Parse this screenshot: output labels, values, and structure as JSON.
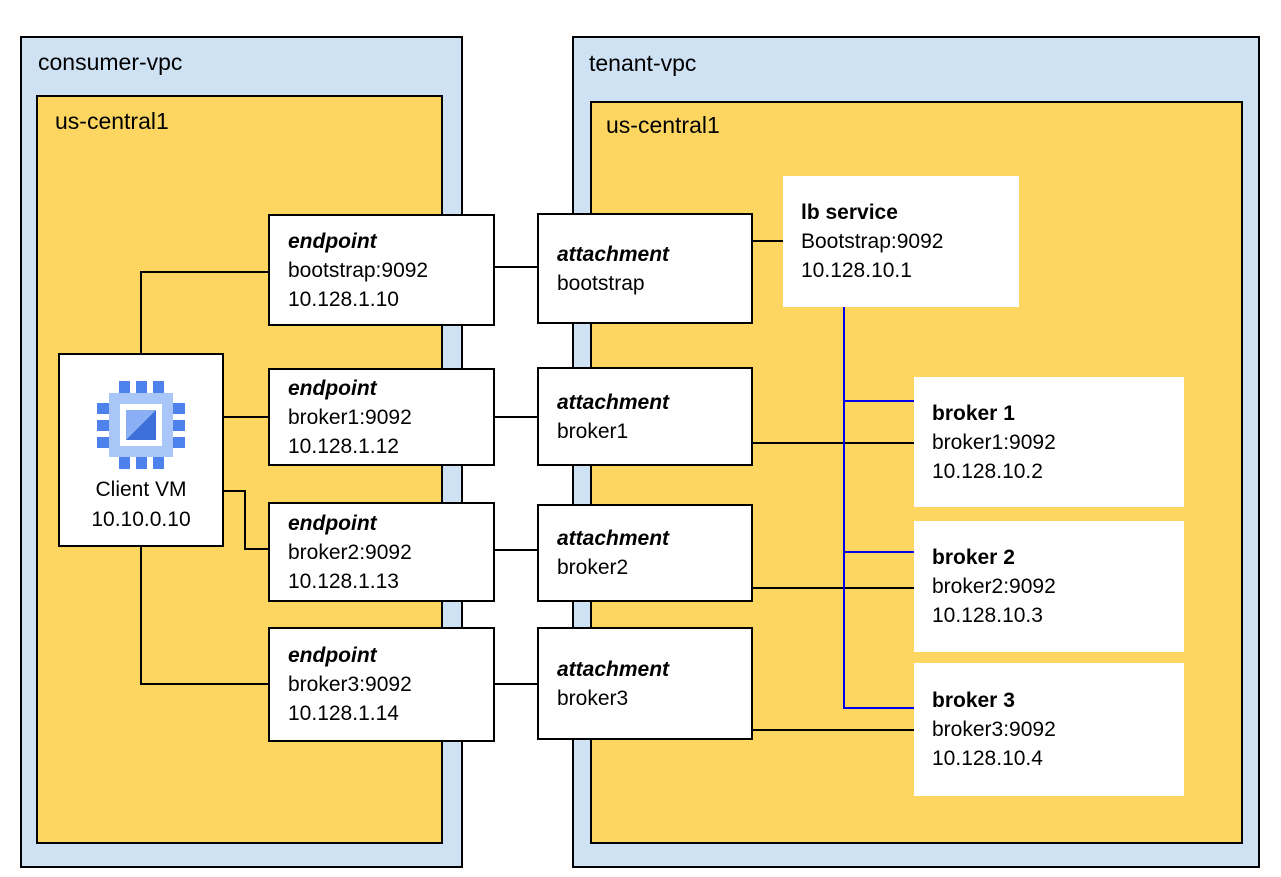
{
  "colors": {
    "vpc_fill": "#cfe2f3",
    "region_fill": "#fdd662",
    "node_fill": "#ffffff",
    "link_black": "#000000",
    "link_blue": "#0000ee",
    "chip_blue": "#4d82ec"
  },
  "consumer_vpc": {
    "label": "consumer-vpc",
    "region_label": "us-central1"
  },
  "tenant_vpc": {
    "label": "tenant-vpc",
    "region_label": "us-central1"
  },
  "client_vm": {
    "name": "Client VM",
    "ip": "10.10.0.10"
  },
  "endpoints": [
    {
      "title": "endpoint",
      "service": "bootstrap:9092",
      "ip": "10.128.1.10"
    },
    {
      "title": "endpoint",
      "service": "broker1:9092",
      "ip": "10.128.1.12"
    },
    {
      "title": "endpoint",
      "service": "broker2:9092",
      "ip": "10.128.1.13"
    },
    {
      "title": "endpoint",
      "service": "broker3:9092",
      "ip": "10.128.1.14"
    }
  ],
  "attachments": [
    {
      "title": "attachment",
      "name": "bootstrap"
    },
    {
      "title": "attachment",
      "name": "broker1"
    },
    {
      "title": "attachment",
      "name": "broker2"
    },
    {
      "title": "attachment",
      "name": "broker3"
    }
  ],
  "lb_service": {
    "title": "lb service",
    "service": "Bootstrap:9092",
    "ip": "10.128.10.1"
  },
  "brokers": [
    {
      "title": "broker 1",
      "service": "broker1:9092",
      "ip": "10.128.10.2"
    },
    {
      "title": "broker 2",
      "service": "broker2:9092",
      "ip": "10.128.10.3"
    },
    {
      "title": "broker 3",
      "service": "broker3:9092",
      "ip": "10.128.10.4"
    }
  ]
}
